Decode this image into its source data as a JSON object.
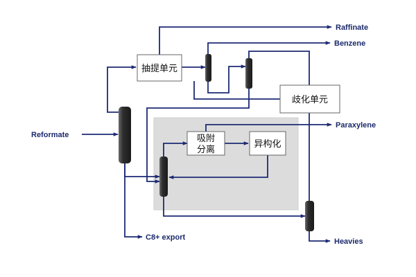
{
  "streams": {
    "reformate": "Reformate",
    "raffinate": "Raffinate",
    "benzene": "Benzene",
    "paraxylene": "Paraxylene",
    "c8_export": "C8+ export",
    "heavies": "Heavies"
  },
  "units": {
    "extraction": "抽提单元",
    "disproportionation": "歧化单元",
    "adsorption_line1": "吸附",
    "adsorption_line2": "分离",
    "isomerization": "异构化"
  },
  "colors": {
    "flow_line": "#1c2a74",
    "column_fill": "#3d3d3d",
    "highlight_region": "#dcdcdc",
    "label_text": "#1b2a6b"
  }
}
